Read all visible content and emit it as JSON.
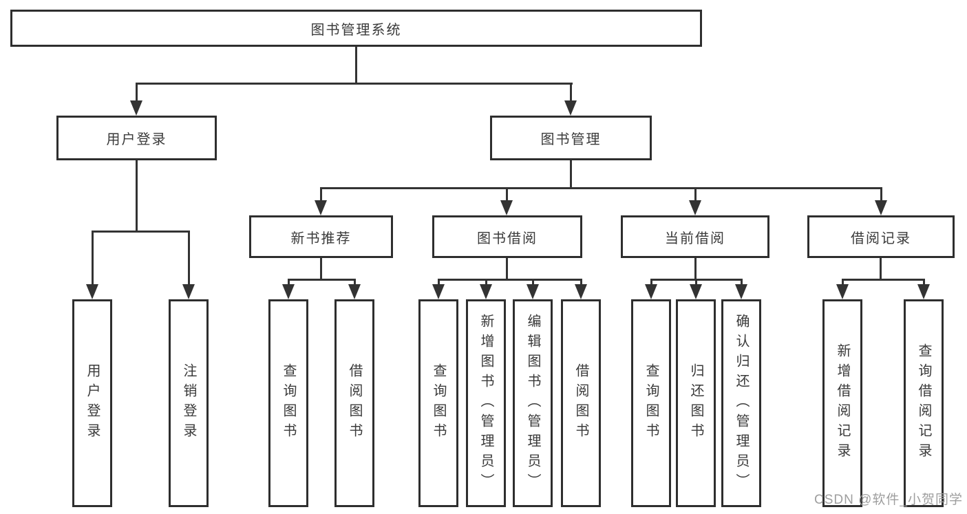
{
  "tree": {
    "label": "图书管理系统",
    "children": [
      {
        "label": "用户登录",
        "children": [
          {
            "label": "用户登录"
          },
          {
            "label": "注销登录"
          }
        ]
      },
      {
        "label": "图书管理",
        "children": [
          {
            "label": "新书推荐",
            "children": [
              {
                "label": "查询图书"
              },
              {
                "label": "借阅图书"
              }
            ]
          },
          {
            "label": "图书借阅",
            "children": [
              {
                "label": "查询图书"
              },
              {
                "label": "新增图书（管理员）"
              },
              {
                "label": "编辑图书（管理员）"
              },
              {
                "label": "借阅图书"
              }
            ]
          },
          {
            "label": "当前借阅",
            "children": [
              {
                "label": "查询图书"
              },
              {
                "label": "归还图书"
              },
              {
                "label": "确认归还（管理员）"
              }
            ]
          },
          {
            "label": "借阅记录",
            "children": [
              {
                "label": "新增借阅记录"
              },
              {
                "label": "查询借阅记录"
              }
            ]
          }
        ]
      }
    ]
  },
  "watermark": {
    "text": "CSDN @软件_小贺同学"
  },
  "colors": {
    "line": "#333333",
    "border": "#2e2e2e",
    "text": "#3a3a3a",
    "watermark": "#9e9e9e",
    "background": "#ffffff"
  }
}
